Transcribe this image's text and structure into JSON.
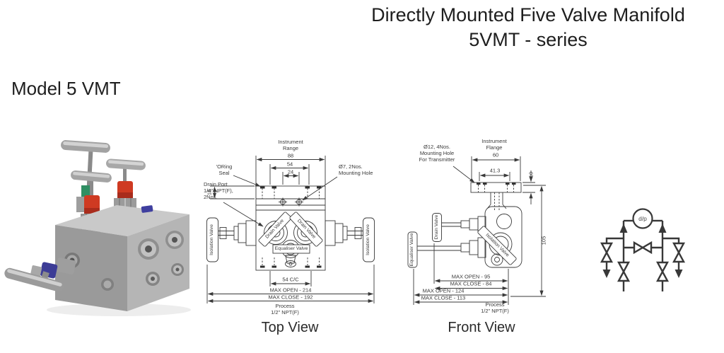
{
  "header": {
    "title_line1": "Directly Mounted Five Valve Manifold",
    "title_line2": "5VMT - series"
  },
  "model_heading": "Model 5 VMT",
  "top_view": {
    "caption": "Top View",
    "labels": {
      "instrument": [
        "Instrument",
        "Range"
      ],
      "oring_seal": [
        "'ORing",
        "Seal"
      ],
      "drain_port": [
        "Drain Port",
        "1/4\" NPT(F),",
        "2Nos."
      ],
      "mounting_hole": [
        "Ø7, 2Nos.",
        "Mounting Hole"
      ],
      "isolation_left": "Isolation Valve",
      "isolation_right": "Isolation Valve",
      "drain_left": "Drain Valve",
      "drain_right": "Drain Valve",
      "equaliser": "Equaliser Valve",
      "process": [
        "Process",
        "1/2\" NPT(F)"
      ]
    },
    "dimensions": {
      "overall_width": "88",
      "mount_hole_span": "54",
      "port_span": "24",
      "flange_depth": "18",
      "valve_cc": "54 C/C",
      "max_open": "MAX OPEN - 214",
      "max_close": "MAX CLOSE - 192"
    }
  },
  "front_view": {
    "caption": "Front View",
    "labels": {
      "instrument": [
        "Instrument",
        "Flange"
      ],
      "mounting_hole": [
        "Ø12, 4Nos.",
        "Mounting Hole",
        "For Transmitter"
      ],
      "drain": "Drain Valve",
      "equaliser": "Equaliser Valve",
      "isolation": "Isolation Valve",
      "process": [
        "Process",
        "1/2\" NPT(F)"
      ]
    },
    "dimensions": {
      "flange_width": "60",
      "mount_hole_span": "41.3",
      "flange_thickness": "10",
      "overall_height": "105",
      "max_open_drain": "MAX OPEN - 95",
      "max_close_drain": "MAX CLOSE - 84",
      "max_open_equaliser": "MAX OPEN - 124",
      "max_close_equaliser": "MAX CLOSE - 113"
    }
  },
  "schematic": {
    "transmitter": "d/p"
  },
  "colors": {
    "line": "#3a3a3a",
    "text": "#3a3a3a",
    "red_bonnet": "#cf3a22",
    "green_sleeve": "#2f8f63",
    "blue_sleeve": "#3c3c96"
  }
}
